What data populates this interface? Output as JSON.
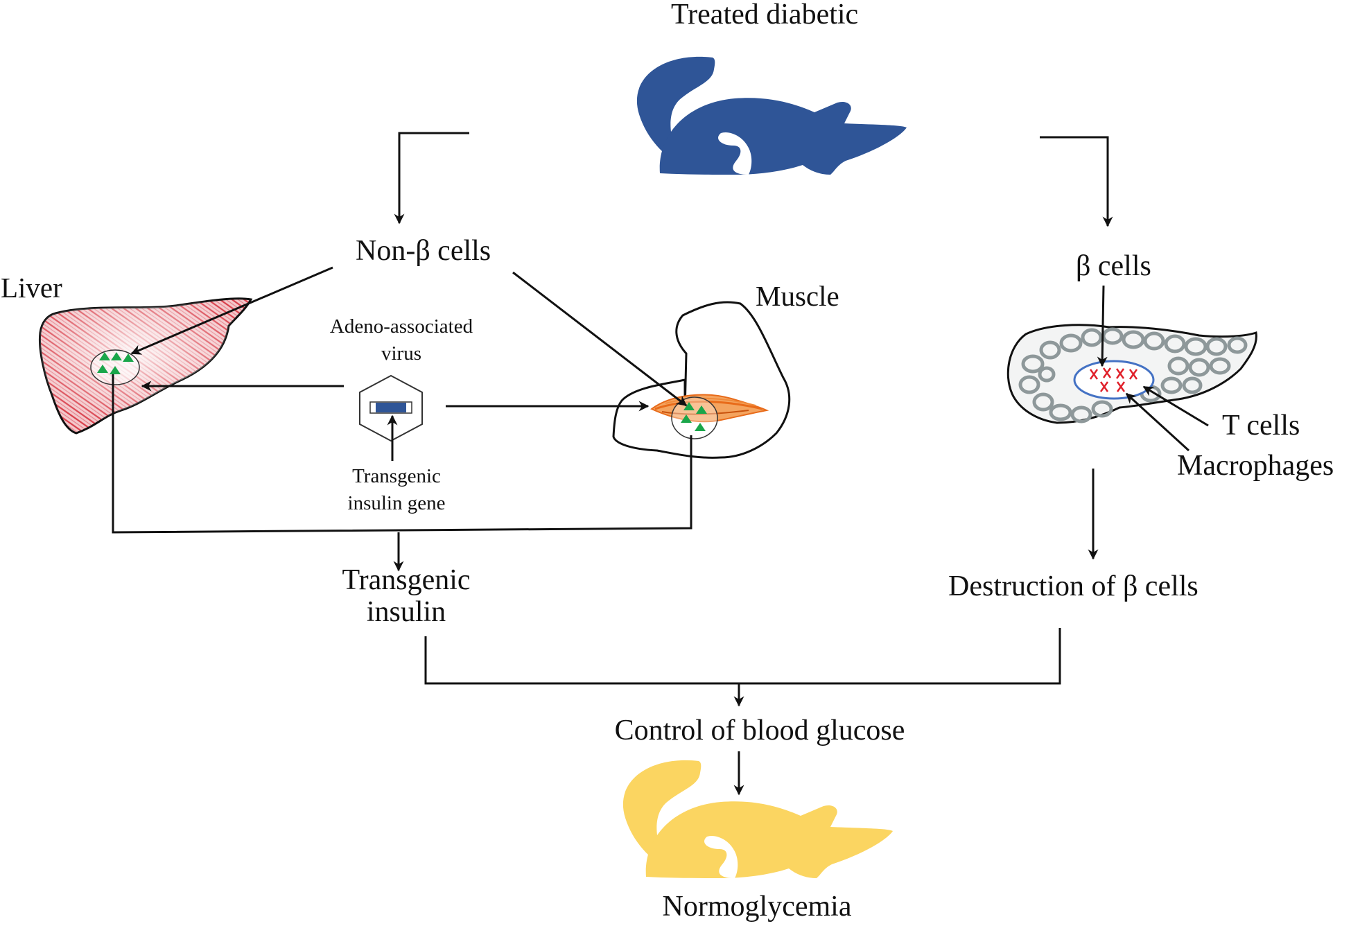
{
  "labels": {
    "treated_diabetic": "Treated diabetic",
    "non_beta_cells": "Non-β cells",
    "beta_cells": "β cells",
    "liver": "Liver",
    "muscle": "Muscle",
    "aav_line1": "Adeno-associated",
    "aav_line2": "virus",
    "gene_line1": "Transgenic",
    "gene_line2": "insulin gene",
    "t_cells": "T cells",
    "macrophages": "Macrophages",
    "destruction": "Destruction of β cells",
    "transgenic_line1": "Transgenic",
    "transgenic_line2": "insulin",
    "control": "Control of blood glucose",
    "normoglycemia": "Normoglycemia"
  },
  "colors": {
    "diabetic_mouse": "#2f5597",
    "healthy_mouse": "#fbd561",
    "liver": "#d9434f",
    "muscle": "#e86b1a",
    "insulin_marker": "#1aa64a",
    "beta_cell_marker": "#e0202a",
    "islet_outline": "#4472c4",
    "pancreas": "#8e989a",
    "arrow": "#111111"
  },
  "icons": {
    "diabetic_mouse": "mouse-icon",
    "healthy_mouse": "mouse-icon",
    "virus": "hexagon-virus-icon",
    "liver": "liver-organ",
    "muscle": "flexed-arm-muscle",
    "pancreas": "pancreas-organ"
  }
}
